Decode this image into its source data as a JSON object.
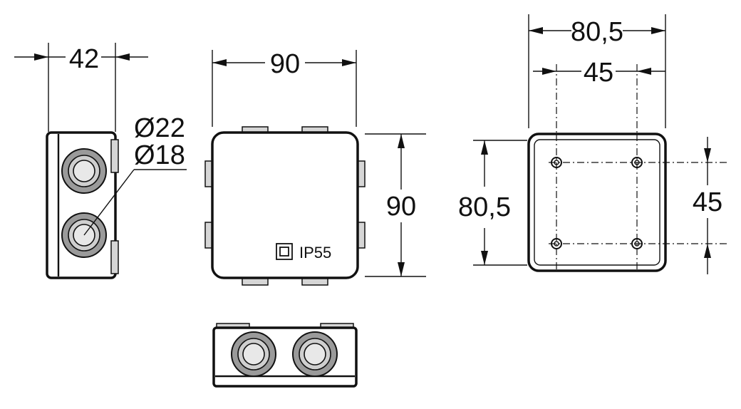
{
  "side_view": {
    "width_label": "42",
    "diameter_large": "Ø22",
    "diameter_small": "Ø18"
  },
  "front_view": {
    "width_label": "90",
    "height_label": "90",
    "rating_label": "IP55"
  },
  "back_view": {
    "outer_width_label": "80,5",
    "hole_width_label": "45",
    "outer_height_label": "80,5",
    "hole_height_label": "45"
  }
}
